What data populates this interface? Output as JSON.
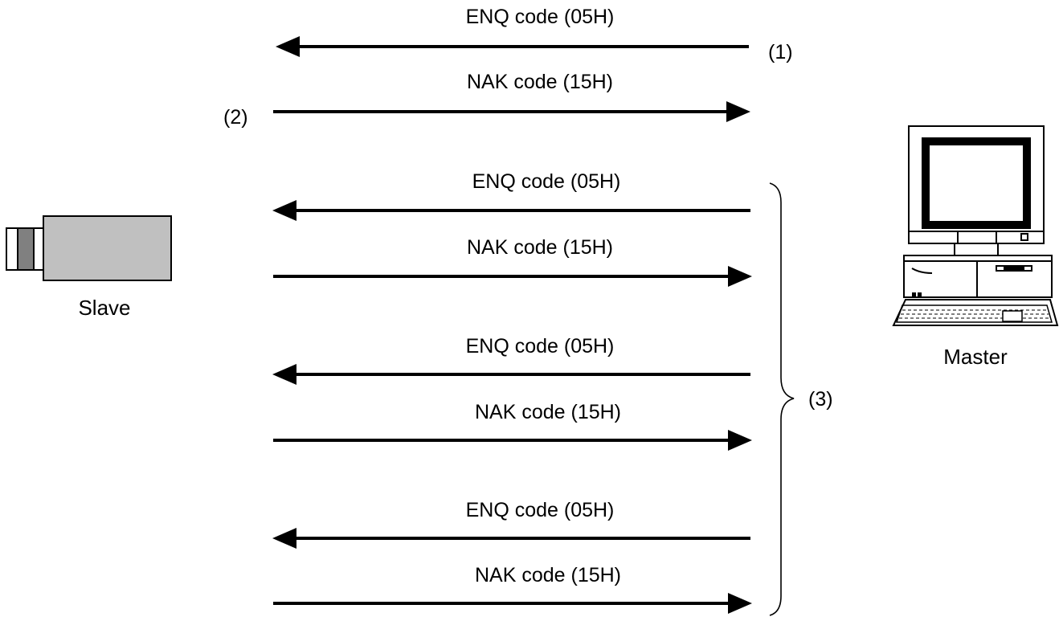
{
  "devices": {
    "slave_label": "Slave",
    "master_label": "Master"
  },
  "messages": [
    {
      "label": "ENQ code (05H)",
      "direction": "to-slave"
    },
    {
      "label": "NAK code (15H)",
      "direction": "to-master"
    },
    {
      "label": "ENQ code (05H)",
      "direction": "to-slave"
    },
    {
      "label": "NAK code (15H)",
      "direction": "to-master"
    },
    {
      "label": "ENQ code (05H)",
      "direction": "to-slave"
    },
    {
      "label": "NAK code (15H)",
      "direction": "to-master"
    },
    {
      "label": "ENQ code (05H)",
      "direction": "to-slave"
    },
    {
      "label": "NAK code (15H)",
      "direction": "to-master"
    }
  ],
  "steps": {
    "step1": "(1)",
    "step2": "(2)",
    "step3": "(3)"
  }
}
